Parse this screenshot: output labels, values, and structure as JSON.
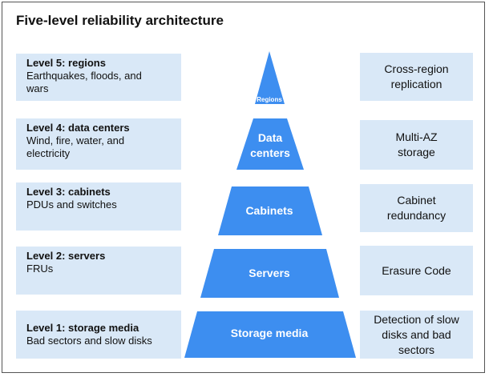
{
  "title": "Five-level reliability architecture",
  "levels": [
    {
      "head": "Level 5: regions",
      "desc": "Earthquakes, floods, and wars",
      "tier": "Regions",
      "measure": "Cross-region replication"
    },
    {
      "head": "Level 4: data centers",
      "desc": "Wind, fire, water, and electricity",
      "tier": "Data centers",
      "measure": "Multi-AZ storage"
    },
    {
      "head": "Level 3: cabinets",
      "desc": "PDUs and switches",
      "tier": "Cabinets",
      "measure": "Cabinet redundancy"
    },
    {
      "head": "Level 2: servers",
      "desc": "FRUs",
      "tier": "Servers",
      "measure": "Erasure Code"
    },
    {
      "head": "Level 1: storage media",
      "desc": "Bad sectors and slow disks",
      "tier": "Storage media",
      "measure": "Detection of slow disks and bad sectors"
    }
  ],
  "colors": {
    "box_fill": "#d9e8f7",
    "tier_fill": "#3d8ef0",
    "tier_text": "#ffffff"
  }
}
